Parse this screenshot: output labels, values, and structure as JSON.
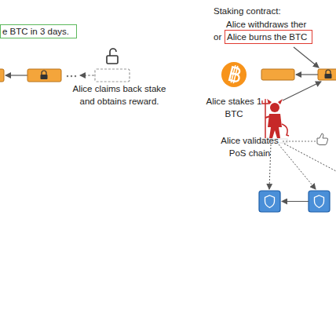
{
  "diagram": {
    "nodes": [
      {
        "text": [
          "e BTC in 3 days."
        ]
      },
      {
        "text": [
          "Alice burns the BTC"
        ]
      }
    ],
    "labels": [
      "Alice claims back stake and obtains reward.",
      "Staking contract:",
      "Alice withdraws ther",
      "or",
      "Alice stakes 1 BTC",
      "Alice validates PoS chain"
    ]
  }
}
